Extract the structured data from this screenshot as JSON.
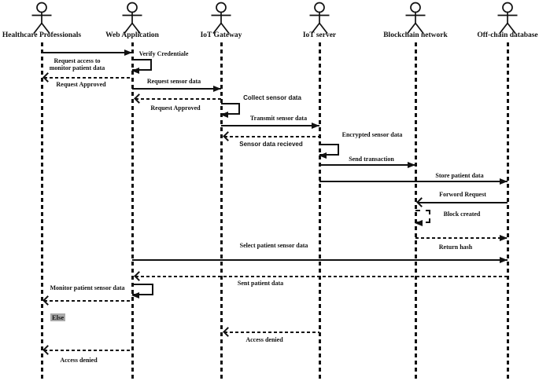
{
  "diagram_type": "uml-sequence-diagram",
  "colors": {
    "ink": "#111111",
    "else_background": "#a9a9a9",
    "background": "#ffffff"
  },
  "actors": [
    {
      "name": "Healthcare Professionals"
    },
    {
      "name": "Web Application"
    },
    {
      "name": "IoT Gateway"
    },
    {
      "name": "IoT server"
    },
    {
      "name": "Blockchain network"
    },
    {
      "name": "Off-chain database"
    }
  ],
  "messages": [
    {
      "label": "Request access to monitor patient data",
      "from": "Healthcare Professionals",
      "to": "Web Application",
      "line": "solid"
    },
    {
      "label": "Verify Credentiale",
      "from": "Web Application",
      "to": "Web Application",
      "line": "solid"
    },
    {
      "label": "Request Approved",
      "from": "Web Application",
      "to": "Healthcare Professionals",
      "line": "dashed"
    },
    {
      "label": "Request sensor data",
      "from": "Web Application",
      "to": "IoT Gateway",
      "line": "solid"
    },
    {
      "label": "Request Approved",
      "from": "IoT Gateway",
      "to": "Web Application",
      "line": "dashed"
    },
    {
      "label": "Collect sensor data",
      "from": "IoT Gateway",
      "to": "IoT Gateway",
      "line": "solid"
    },
    {
      "label": "Transmit sensor data",
      "from": "IoT Gateway",
      "to": "IoT server",
      "line": "solid"
    },
    {
      "label": "Sensor data recieved",
      "from": "IoT server",
      "to": "IoT Gateway",
      "line": "dashed"
    },
    {
      "label": "Encrypted sensor data",
      "from": "IoT server",
      "to": "IoT server",
      "line": "solid"
    },
    {
      "label": "Send transaction",
      "from": "IoT server",
      "to": "Blockchain network",
      "line": "solid"
    },
    {
      "label": "Store patient data",
      "from": "IoT server",
      "to": "Off-chain database",
      "line": "solid"
    },
    {
      "label": "Forword Request",
      "from": "Off-chain database",
      "to": "Blockchain network",
      "line": "solid"
    },
    {
      "label": "Block created",
      "from": "Blockchain network",
      "to": "Blockchain network",
      "line": "dashed"
    },
    {
      "label": "Return hash",
      "from": "Blockchain network",
      "to": "Off-chain database",
      "line": "dashed"
    },
    {
      "label": "Select patient sensor data",
      "from": "Web Application",
      "to": "Off-chain database",
      "line": "solid"
    },
    {
      "label": "Sent patient data",
      "from": "Off-chain database",
      "to": "Web Application",
      "line": "dashed"
    },
    {
      "label": "Monitor patient sensor data",
      "from": "Web Application",
      "to": "Web Application",
      "line": "solid"
    },
    {
      "label": "",
      "from": "Web Application",
      "to": "Healthcare Professionals",
      "line": "dashed"
    },
    {
      "label": "Access denied",
      "from": "IoT server",
      "to": "IoT Gateway",
      "line": "dashed"
    },
    {
      "label": "Access denied",
      "from": "Web Application",
      "to": "Healthcare Professionals",
      "line": "dashed"
    }
  ],
  "fragment": {
    "else_label": "Else"
  }
}
